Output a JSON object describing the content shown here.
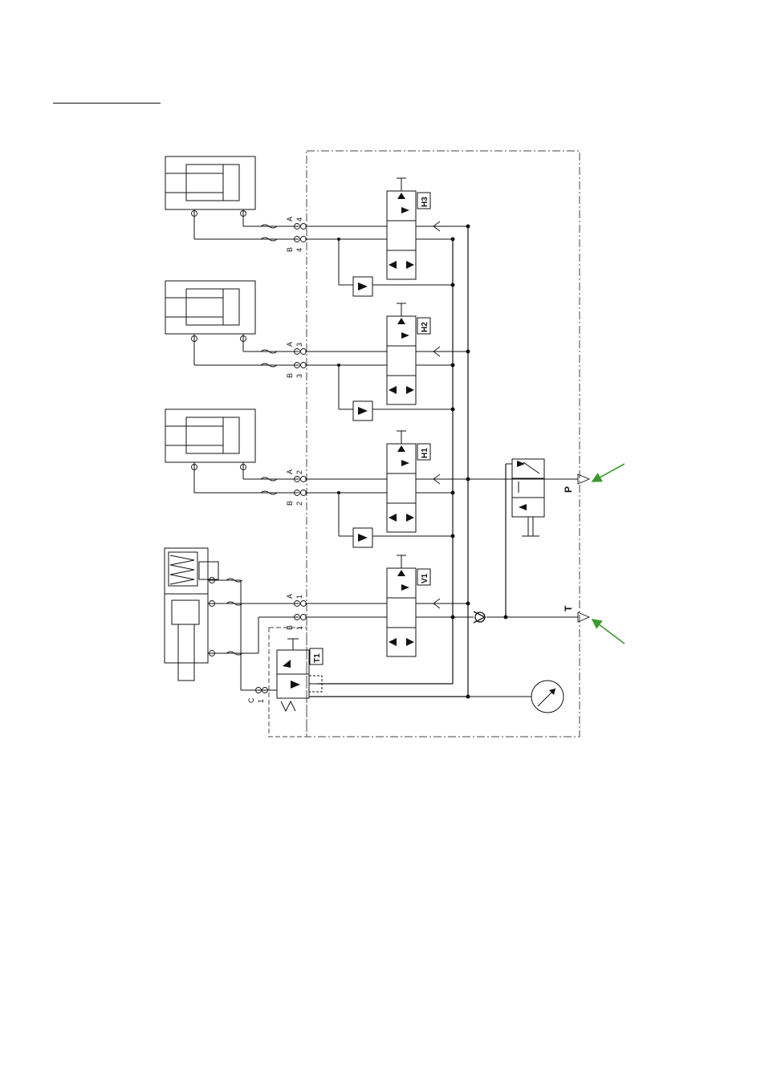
{
  "valves": {
    "h3": "H3",
    "h2": "H2",
    "h1": "H1",
    "v1": "V1",
    "t1": "T1"
  },
  "ports": {
    "a": "A",
    "b": "B",
    "c": "C",
    "n4": "4",
    "n3": "3",
    "n2": "2",
    "n1": "1",
    "p": "P",
    "t": "T"
  },
  "colors": {
    "line": "#111111",
    "arrow": "#3a9a2e"
  },
  "icons": [
    "pressure-gauge-icon",
    "check-valve-icon",
    "quick-coupler-icon",
    "callout-arrow-icon"
  ]
}
